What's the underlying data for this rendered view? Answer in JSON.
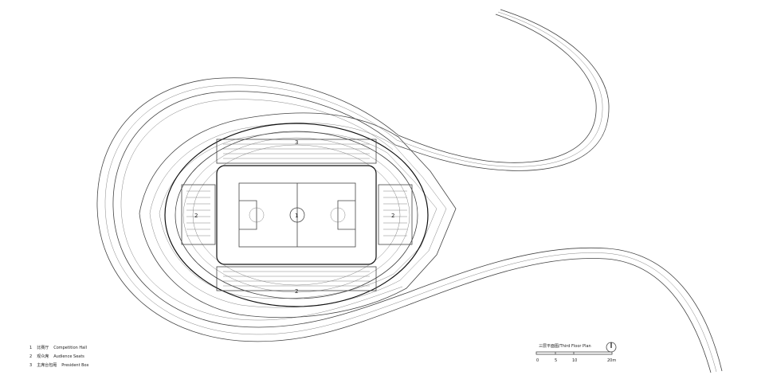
{
  "legend": [
    {
      "num": "1",
      "cn": "比赛厅",
      "en": "Competition Hall"
    },
    {
      "num": "2",
      "cn": "观众席",
      "en": "Audience Seats"
    },
    {
      "num": "3",
      "cn": "主席台包厢",
      "en": "President Box"
    }
  ],
  "plan_labels": {
    "hall": "1",
    "seats_left": "2",
    "seats_right": "2",
    "seats_bottom": "2",
    "president_box": "3"
  },
  "title": "三层平面图/Third Floor Plan",
  "scale_bar": {
    "ticks": [
      "0",
      "5",
      "10",
      "20m"
    ]
  },
  "colors": {
    "line": "#444444",
    "background": "#ffffff"
  },
  "icons": {
    "north_arrow": "north-arrow-icon"
  }
}
